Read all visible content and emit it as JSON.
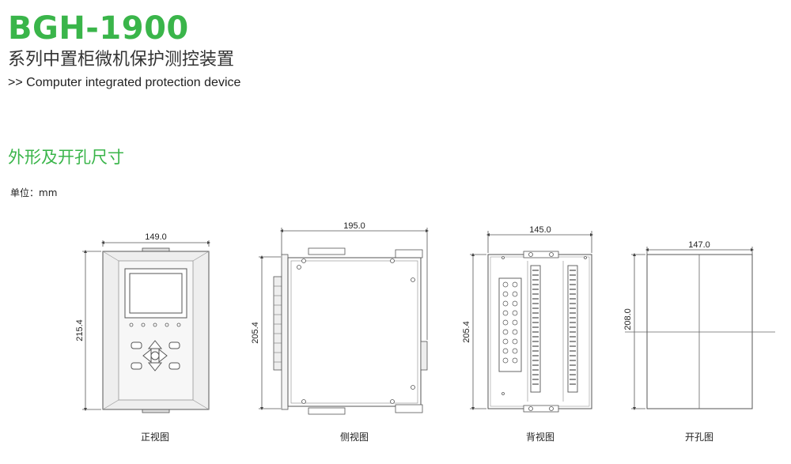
{
  "header": {
    "model": "BGH-1900",
    "subtitle": "系列中置柜微机保护测控装置",
    "subtitle_en": ">> Computer integrated protection device"
  },
  "section": {
    "title": "外形及开孔尺寸",
    "unit": "单位：mm"
  },
  "views": {
    "front": {
      "caption": "正视图",
      "width": "149.0",
      "height": "215.4"
    },
    "side": {
      "caption": "侧视图",
      "width": "195.0",
      "height": "205.4"
    },
    "back": {
      "caption": "背视图",
      "width": "145.0",
      "height": "205.4"
    },
    "cutout": {
      "caption": "开孔图",
      "width": "147.0",
      "height": "208.0"
    }
  },
  "colors": {
    "brand": "#3ab54a",
    "line": "#555555",
    "device_fill": "#eeeeee"
  }
}
